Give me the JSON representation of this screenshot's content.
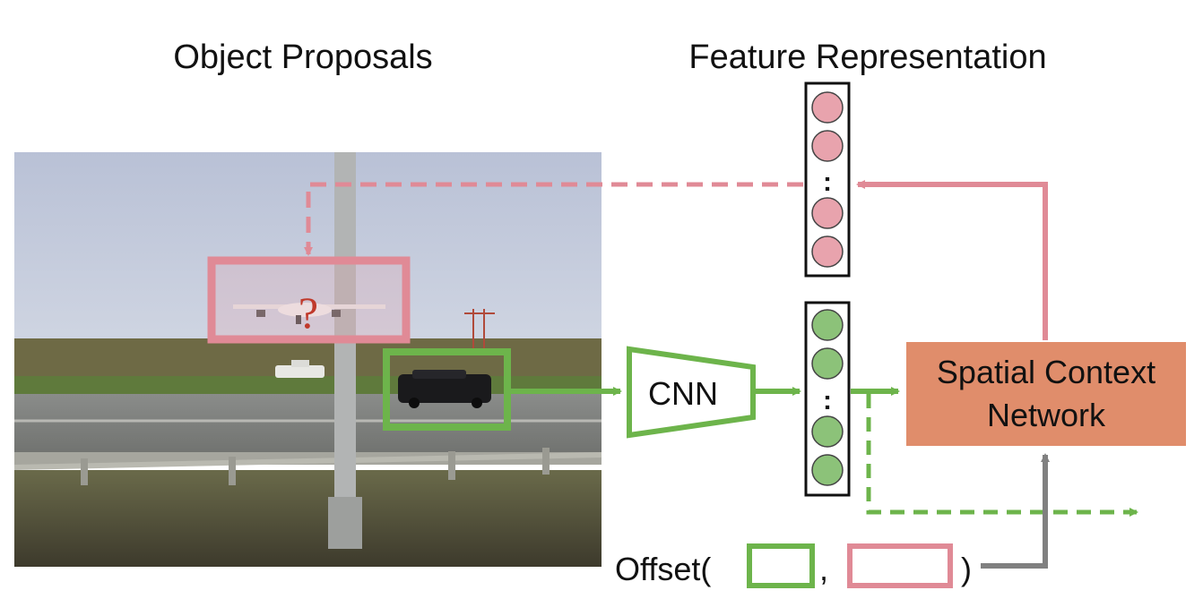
{
  "headings": {
    "left": "Object Proposals",
    "right": "Feature Representation"
  },
  "photo": {
    "query_mark": "?"
  },
  "nodes": {
    "cnn": "CNN",
    "scn_line1": "Spatial Context",
    "scn_line2": "Network"
  },
  "offset": {
    "label": "Offset(",
    "comma": ",",
    "close": ")"
  },
  "vectors": {
    "ellipsis": ":"
  },
  "colors": {
    "green": "#6db44b",
    "green_fill": "#8cc279",
    "pink": "#e08a96",
    "pink_fill": "#e8a3ad",
    "orange": "#e08d6b",
    "gray_arrow": "#808080",
    "question": "#c0392b"
  }
}
